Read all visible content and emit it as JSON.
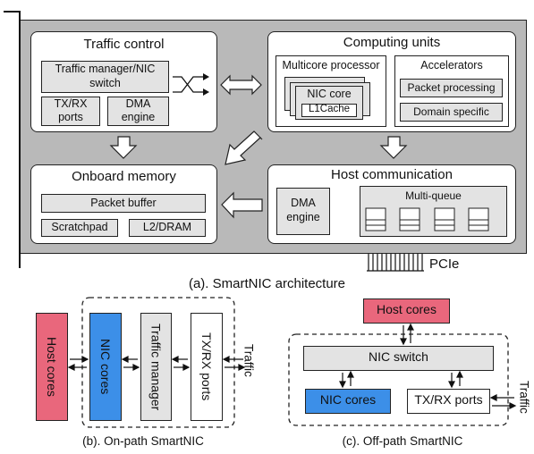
{
  "top": {
    "traffic_control": {
      "title": "Traffic control",
      "manager_line1": "Traffic manager/NIC",
      "manager_line2": "switch",
      "txrx_line1": "TX/RX",
      "txrx_line2": "ports",
      "dma_line1": "DMA",
      "dma_line2": "engine"
    },
    "computing_units": {
      "title": "Computing units",
      "multicore_title": "Multicore processor",
      "nic_core": "NIC core",
      "l1cache": "L1Cache",
      "accelerators_title": "Accelerators",
      "packet_processing": "Packet processing",
      "domain_specific": "Domain specific"
    },
    "onboard_memory": {
      "title": "Onboard memory",
      "packet_buffer": "Packet buffer",
      "scratchpad": "Scratchpad",
      "l2dram": "L2/DRAM"
    },
    "host_communication": {
      "title": "Host communication",
      "dma_line1": "DMA",
      "dma_line2": "engine",
      "multiqueue": "Multi-queue"
    },
    "pcie": "PCIe",
    "caption": "(a). SmartNIC architecture"
  },
  "onpath": {
    "host_cores": "Host cores",
    "nic_cores": "NIC cores",
    "traffic_manager": "Traffic manager",
    "txrx_ports": "TX/RX ports",
    "traffic": "Traffic",
    "caption": "(b). On-path SmartNIC"
  },
  "offpath": {
    "host_cores": "Host cores",
    "nic_switch": "NIC switch",
    "nic_cores": "NIC cores",
    "txrx_ports": "TX/RX ports",
    "traffic": "Traffic",
    "caption": "(c). Off-path SmartNIC"
  },
  "colors": {
    "board": "#b9b9b9",
    "light_gray": "#e3e3e3",
    "host_cores_red": "#e9677c",
    "nic_cores_blue": "#3c8fe8"
  }
}
